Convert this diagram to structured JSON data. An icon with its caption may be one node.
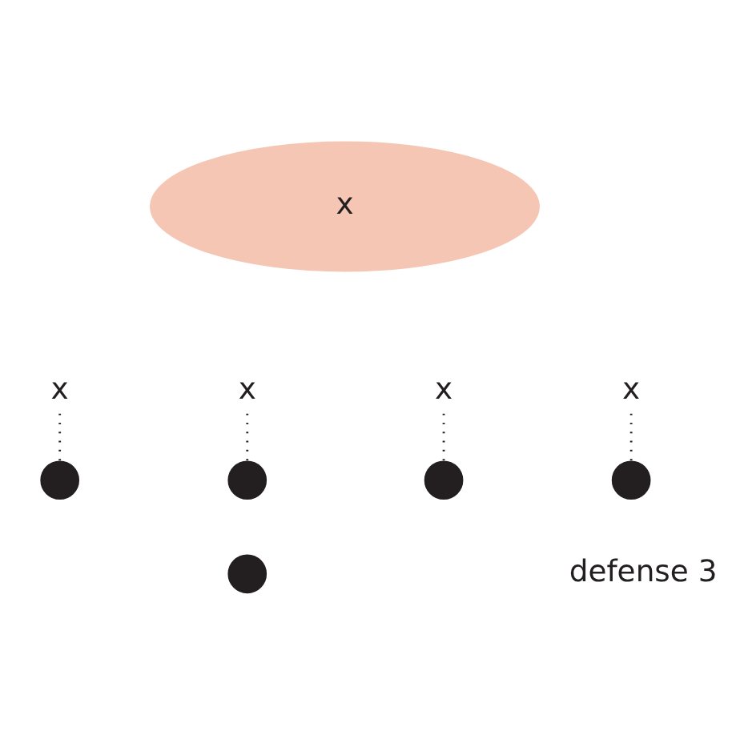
{
  "diagram": {
    "nodes": [
      {
        "text": [
          "x"
        ]
      },
      {
        "text": [
          "x"
        ]
      },
      {
        "text": [
          "x"
        ]
      },
      {
        "text": [
          "x"
        ]
      },
      {
        "text": [
          "x"
        ]
      },
      {
        "text": [],
        "shape": "circle"
      },
      {
        "text": [],
        "shape": "circle"
      },
      {
        "text": [],
        "shape": "circle"
      },
      {
        "text": [],
        "shape": "circle"
      },
      {
        "text": [],
        "shape": "circle"
      }
    ],
    "edges": [
      {
        "from": 1,
        "to": 5,
        "arrow": "none",
        "style": "dashed"
      },
      {
        "from": 2,
        "to": 6,
        "arrow": "none",
        "style": "dashed"
      },
      {
        "from": 3,
        "to": 7,
        "arrow": "none",
        "style": "dashed"
      },
      {
        "from": 4,
        "to": 8,
        "arrow": "none",
        "style": "dashed"
      }
    ],
    "labels": [
      "defense 3"
    ]
  }
}
